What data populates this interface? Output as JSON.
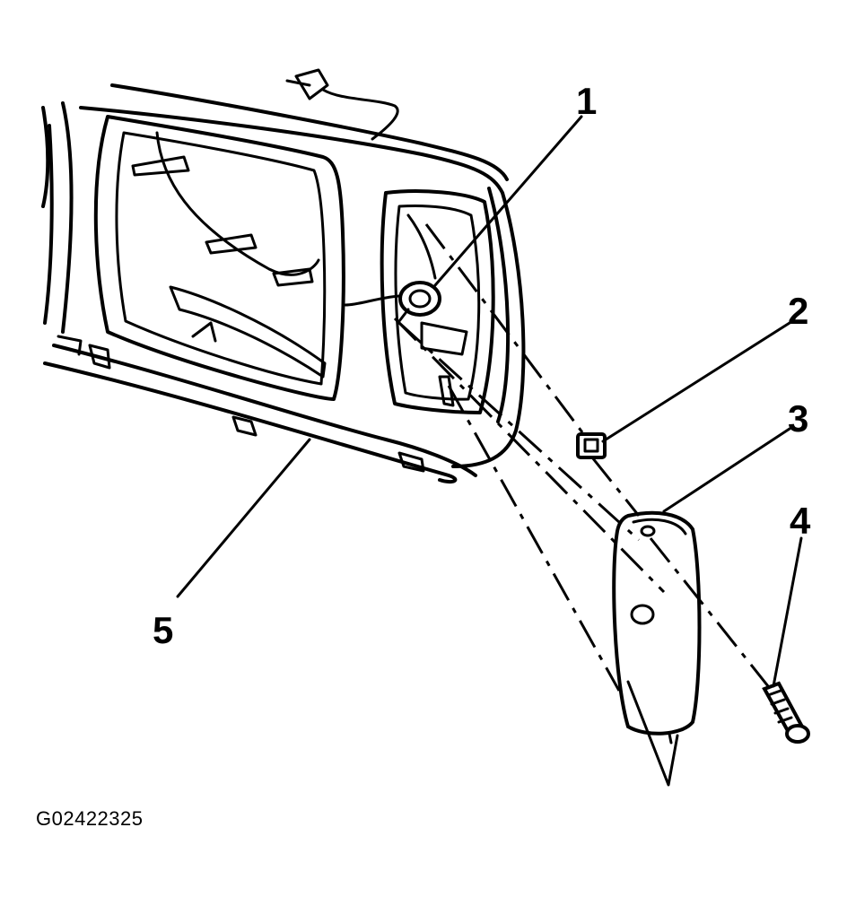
{
  "callouts": [
    {
      "id": "1",
      "label": "1"
    },
    {
      "id": "2",
      "label": "2"
    },
    {
      "id": "3",
      "label": "3"
    },
    {
      "id": "4",
      "label": "4"
    },
    {
      "id": "5",
      "label": "5"
    }
  ],
  "figure_id": "G02422325"
}
